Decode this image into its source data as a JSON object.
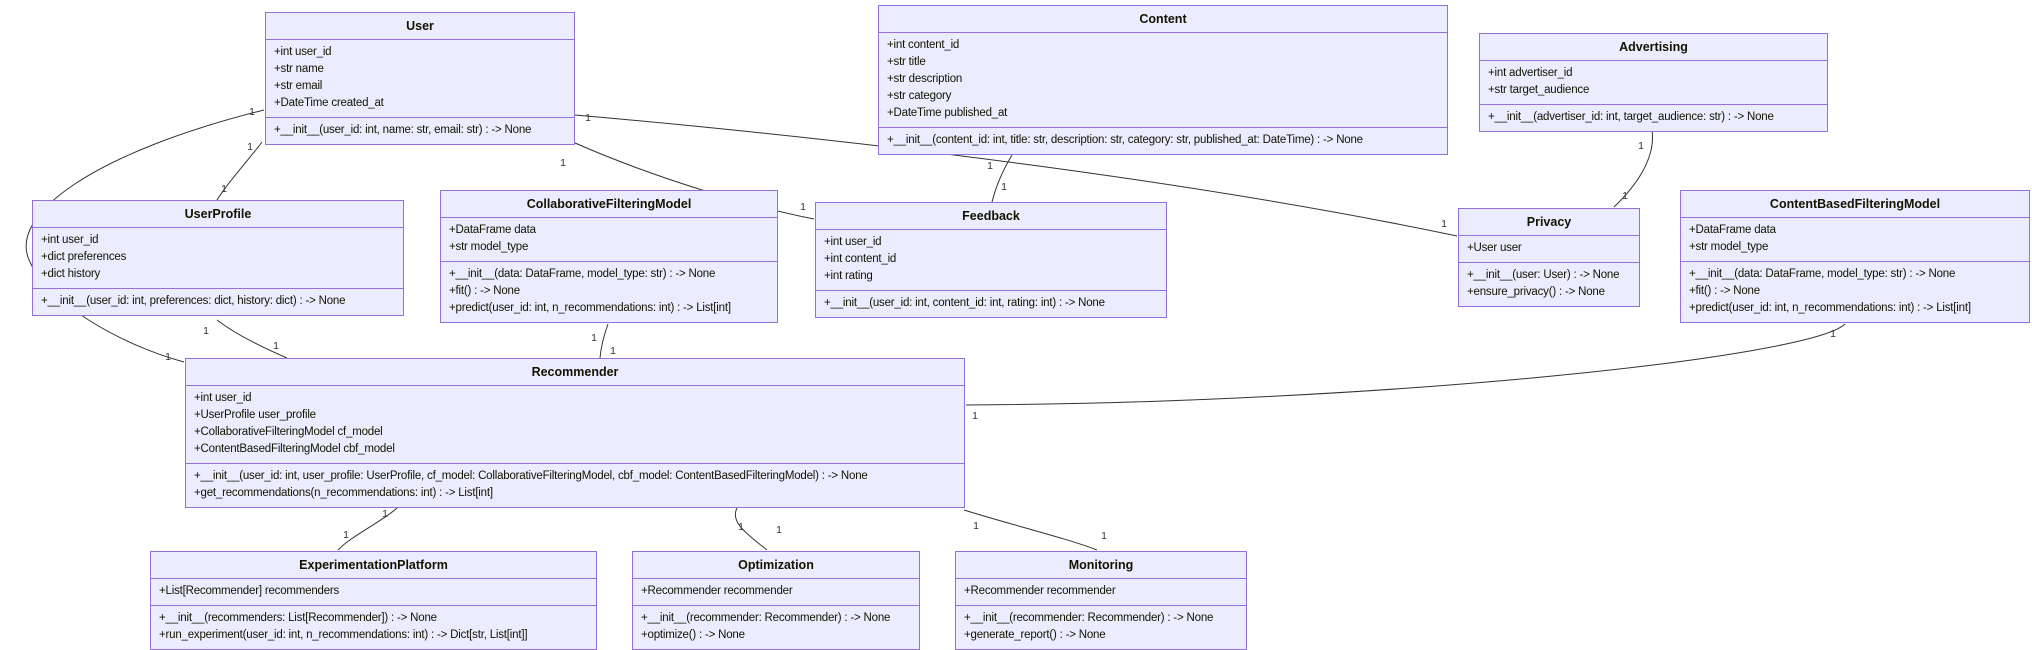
{
  "diagram": {
    "type": "uml-class-diagram",
    "colors": {
      "background": "#ffffff",
      "node_fill": "#ECECFF",
      "node_border": "#9370DB",
      "edge_line": "#333333",
      "text": "#131300"
    },
    "classes": [
      {
        "id": "user",
        "name": "User",
        "attributes": [
          "+int user_id",
          "+str name",
          "+str email",
          "+DateTime created_at"
        ],
        "methods": [
          "+__init__(user_id: int, name: str, email: str) : -> None"
        ]
      },
      {
        "id": "content",
        "name": "Content",
        "attributes": [
          "+int content_id",
          "+str title",
          "+str description",
          "+str category",
          "+DateTime published_at"
        ],
        "methods": [
          "+__init__(content_id: int, title: str, description: str, category: str, published_at: DateTime) : -> None"
        ]
      },
      {
        "id": "advertising",
        "name": "Advertising",
        "attributes": [
          "+int advertiser_id",
          "+str target_audience"
        ],
        "methods": [
          "+__init__(advertiser_id: int, target_audience: str) : -> None"
        ]
      },
      {
        "id": "userprofile",
        "name": "UserProfile",
        "attributes": [
          "+int user_id",
          "+dict preferences",
          "+dict history"
        ],
        "methods": [
          "+__init__(user_id: int, preferences: dict, history: dict) : -> None"
        ]
      },
      {
        "id": "cfm",
        "name": "CollaborativeFilteringModel",
        "attributes": [
          "+DataFrame data",
          "+str model_type"
        ],
        "methods": [
          "+__init__(data: DataFrame, model_type: str) : -> None",
          "+fit() : -> None",
          "+predict(user_id: int, n_recommendations: int) : -> List[int]"
        ]
      },
      {
        "id": "feedback",
        "name": "Feedback",
        "attributes": [
          "+int user_id",
          "+int content_id",
          "+int rating"
        ],
        "methods": [
          "+__init__(user_id: int, content_id: int, rating: int) : -> None"
        ]
      },
      {
        "id": "privacy",
        "name": "Privacy",
        "attributes": [
          "+User user"
        ],
        "methods": [
          "+__init__(user: User) : -> None",
          "+ensure_privacy() : -> None"
        ]
      },
      {
        "id": "cbf",
        "name": "ContentBasedFilteringModel",
        "attributes": [
          "+DataFrame data",
          "+str model_type"
        ],
        "methods": [
          "+__init__(data: DataFrame, model_type: str) : -> None",
          "+fit() : -> None",
          "+predict(user_id: int, n_recommendations: int) : -> List[int]"
        ]
      },
      {
        "id": "recommender",
        "name": "Recommender",
        "attributes": [
          "+int user_id",
          "+UserProfile user_profile",
          "+CollaborativeFilteringModel cf_model",
          "+ContentBasedFilteringModel cbf_model"
        ],
        "methods": [
          "+__init__(user_id: int, user_profile: UserProfile, cf_model: CollaborativeFilteringModel, cbf_model: ContentBasedFilteringModel) : -> None",
          "+get_recommendations(n_recommendations: int) : -> List[int]"
        ]
      },
      {
        "id": "experimentation",
        "name": "ExperimentationPlatform",
        "attributes": [
          "+List[Recommender] recommenders"
        ],
        "methods": [
          "+__init__(recommenders: List[Recommender]) : -> None",
          "+run_experiment(user_id: int, n_recommendations: int) : -> Dict[str, List[int]]"
        ]
      },
      {
        "id": "optimization",
        "name": "Optimization",
        "attributes": [
          "+Recommender recommender"
        ],
        "methods": [
          "+__init__(recommender: Recommender) : -> None",
          "+optimize() : -> None"
        ]
      },
      {
        "id": "monitoring",
        "name": "Monitoring",
        "attributes": [
          "+Recommender recommender"
        ],
        "methods": [
          "+__init__(recommender: Recommender) : -> None",
          "+generate_report() : -> None"
        ]
      }
    ],
    "relationships": [
      {
        "from": "user",
        "to": "userprofile",
        "from_label": "1",
        "to_label": "1"
      },
      {
        "from": "user",
        "to": "recommender",
        "from_label": "1",
        "to_label": "1"
      },
      {
        "from": "user",
        "to": "feedback",
        "from_label": "1",
        "to_label": "1"
      },
      {
        "from": "user",
        "to": "privacy",
        "from_label": "1",
        "to_label": "1"
      },
      {
        "from": "content",
        "to": "feedback",
        "from_label": "1",
        "to_label": "1"
      },
      {
        "from": "advertising",
        "to": "privacy",
        "from_label": "1",
        "to_label": "1"
      },
      {
        "from": "userprofile",
        "to": "recommender",
        "from_label": "1",
        "to_label": "1"
      },
      {
        "from": "cfm",
        "to": "recommender",
        "from_label": "1",
        "to_label": "1"
      },
      {
        "from": "cbf",
        "to": "recommender",
        "from_label": "1",
        "to_label": "1"
      },
      {
        "from": "recommender",
        "to": "experimentation",
        "from_label": "1",
        "to_label": "1"
      },
      {
        "from": "recommender",
        "to": "optimization",
        "from_label": "1",
        "to_label": "1"
      },
      {
        "from": "recommender",
        "to": "monitoring",
        "from_label": "1",
        "to_label": "1"
      }
    ]
  }
}
